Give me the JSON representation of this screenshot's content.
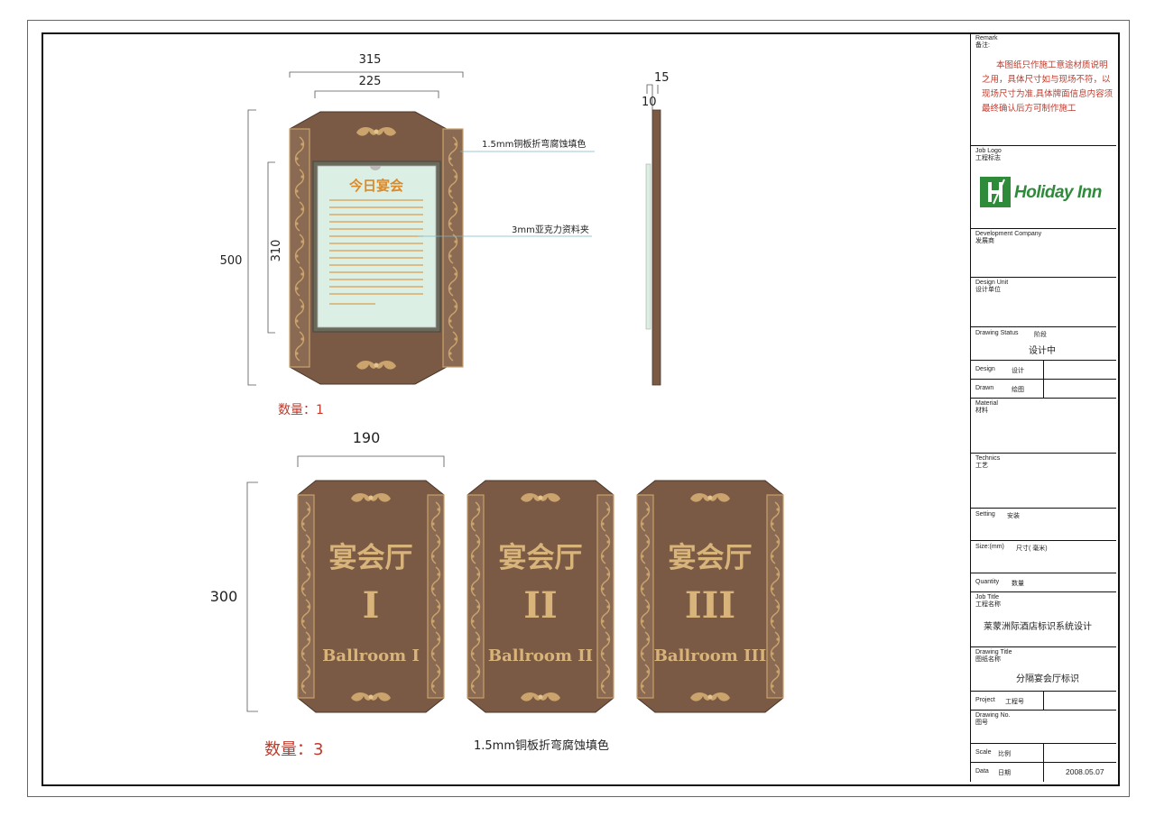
{
  "sign_a": {
    "dim_width_outer": "315",
    "dim_width_inner": "225",
    "dim_height": "500",
    "dim_panel_height": "310",
    "dim_side_15": "15",
    "dim_side_10": "10",
    "callout_copper": "1.5mm铜板折弯腐蚀填色",
    "callout_acrylic": "3mm亚克力资料夹",
    "panel_title": "今日宴会",
    "quantity": "数量：1"
  },
  "sign_b": {
    "dim_width": "190",
    "dim_height": "300",
    "quantity": "数量：3",
    "caption": "1.5mm铜板折弯腐蚀填色",
    "plates": [
      {
        "cn": "宴会厅",
        "numeral": "I",
        "en": "Ballroom I"
      },
      {
        "cn": "宴会厅",
        "numeral": "II",
        "en": "Ballroom II"
      },
      {
        "cn": "宴会厅",
        "numeral": "III",
        "en": "Ballroom III"
      }
    ]
  },
  "title_block": {
    "remark_en": "Remark",
    "remark_cn": "备注:",
    "remark_text": "本图纸只作施工意途材质说明之用，具体尺寸如与现场不符，以现场尺寸为准.具体牌面信息内容须最终确认后方可制作施工",
    "job_logo_en": "Job Logo",
    "job_logo_cn": "工程标志",
    "logo_text": "Holiday Inn",
    "dev_company_en": "Development Company",
    "dev_company_cn": "发展商",
    "design_unit_en": "Design Unit",
    "design_unit_cn": "设计单位",
    "drawing_status_en": "Drawing Status",
    "drawing_status_cn": "阶段",
    "drawing_status_value": "设计中",
    "design_en": "Design",
    "design_cn": "设计",
    "drawn_en": "Drawn",
    "drawn_cn": "绘图",
    "material_en": "Material",
    "material_cn": "材料",
    "technics_en": "Technics",
    "technics_cn": "工艺",
    "setting_en": "Setting",
    "setting_cn": "安装",
    "size_en": "Size:(mm)",
    "size_cn": "尺寸( 毫米)",
    "quantity_en": "Quantity",
    "quantity_cn": "数量",
    "job_title_en": "Job Title",
    "job_title_cn": "工程名称",
    "job_title_value": "莱蒙洲际酒店标识系统设计",
    "drawing_title_en": "Drawing Title",
    "drawing_title_cn": "图纸名称",
    "drawing_title_value": "分隔宴会厅标识",
    "project_en": "Project",
    "project_cn": "工程号",
    "drawing_no_en": "Drawing No.",
    "drawing_no_cn": "图号",
    "scale_en": "Scale",
    "scale_cn": "比例",
    "date_en": "Data",
    "date_cn": "日期",
    "date_value": "2008.05.07"
  },
  "colors": {
    "plate_brown": "#7a5a44",
    "gold": "#c9a06a",
    "acrylic": "#dcefe4",
    "text_orange": "#d98a2a",
    "red": "#c0392b",
    "logo_green": "#2e8b3a"
  }
}
